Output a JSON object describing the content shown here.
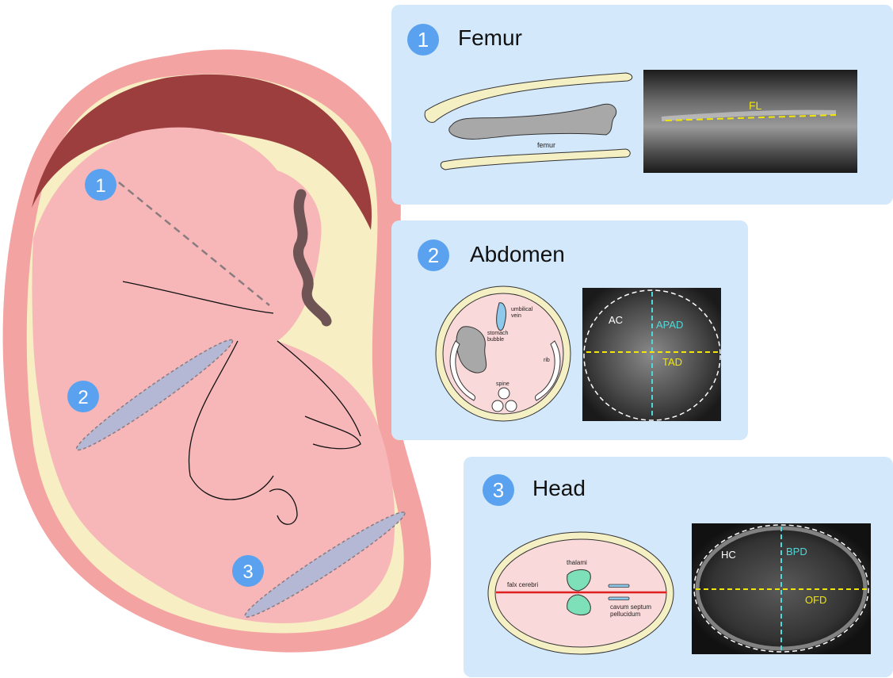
{
  "colors": {
    "uterus_outer": "#f4a3a3",
    "fluid": "#f7eec4",
    "fetus": "#f7b7b8",
    "placenta": "#9c3e3e",
    "cord": "#6e5454",
    "plane": "#b4b8d4",
    "panel_bg": "#d3e8fb",
    "badge": "#5aa2ef",
    "bone": "#f5f0c4",
    "organ_gray": "#a8a8a8",
    "organ_green": "#7ee0b8",
    "organ_blue": "#8ec9ec",
    "measure_yellow": "#f0e60a",
    "measure_cyan": "#4fd8d8",
    "falx_red": "#e02020"
  },
  "markers": [
    "1",
    "2",
    "3"
  ],
  "panels": {
    "femur": {
      "number": "1",
      "title": "Femur",
      "labels": {
        "bone": "femur"
      },
      "us_labels": {
        "fl": "FL"
      }
    },
    "abdomen": {
      "number": "2",
      "title": "Abdomen",
      "labels": {
        "vein_1": "umbilical",
        "vein_2": "vein",
        "stomach_1": "stomach",
        "stomach_2": "bubble",
        "rib": "rib",
        "spine": "spine"
      },
      "us_labels": {
        "ac": "AC",
        "apad": "APAD",
        "tad": "TAD"
      }
    },
    "head": {
      "number": "3",
      "title": "Head",
      "labels": {
        "thalami": "thalami",
        "falx": "falx cerebri",
        "csp_1": "cavum septum",
        "csp_2": "pellucidum"
      },
      "us_labels": {
        "hc": "HC",
        "bpd": "BPD",
        "ofd": "OFD"
      }
    }
  }
}
